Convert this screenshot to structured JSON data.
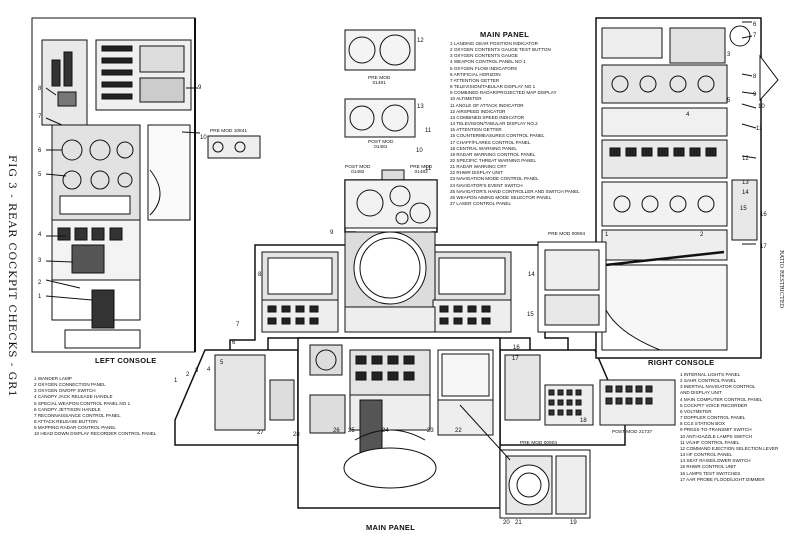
{
  "figure": {
    "side_title": "FIG 3  -  REAR COCKPIT CHECKS - GR1",
    "side_note": "RATIO RESTRICTED"
  },
  "main_panel": {
    "heading": "MAIN PANEL",
    "footer": "MAIN PANEL",
    "items": [
      "1  LANDING GEAR POSITION INDICATOR",
      "2  OXYGEN CONTENTS GAUGE TEST BUTTON",
      "3  OXYGEN CONTENTS GAUGE",
      "4  WEAPON CONTROL PANEL NO 1",
      "5  OXYGEN FLOW INDICATORS",
      "6  ARTIFICIAL HORIZON",
      "7  ATTENTION GETTER",
      "8  TELEVISION/TABULAR DISPLAY NO 1",
      "9  COMBINED RADAR/PROJECTED MAP DISPLAY",
      "10  ALTIMETER",
      "11  ANGLE OF ATTACK INDICATOR",
      "12  AIRSPEED INDICATOR",
      "13  COMBINED SPEED INDICATOR",
      "14  TELEVISION/TABULAR DISPLAY NO.2",
      "15  ATTENTION GETTER",
      "16  COUNTERMEASURES CONTROL PANEL",
      "17  CHAFF/FLARES CONTROL PANEL",
      "18  CENTRAL WARNING PANEL",
      "19  RADAR WARNING CONTROL PANEL",
      "20  SPECIFIC THREAT WARNING PANEL",
      "21  RADAR WARNING CRT",
      "22  RHWR DISPLAY UNIT",
      "23  NAVIGATION MODE CONTROL PANEL",
      "24  NAVIGATOR'S EVENT SWITCH",
      "25  NAVIGATOR'S HAND CONTROLLER AND SWITCH PANEL",
      "26  WEAPON AIMING MODE SELECTOR PANEL",
      "27  LASER CONTROL PANEL"
    ]
  },
  "left_console": {
    "heading": "LEFT CONSOLE",
    "items": [
      "1  WANDER LAMP",
      "2  OXYGEN CONNECTION PANEL",
      "3  OXYGEN ON/OFF SWITCH",
      "4  CANOPY JACK RELEASE HANDLE",
      "5  SPECIAL WEAPON CONTROL PANEL NO 1",
      "6  CANOPY JETTISON HANDLE",
      "7  RECONNAISSANCE CONTROL PANEL",
      "8  ATTACK RELEASE BUTTON",
      "9  MAPPING RADAR CONTROL PANEL",
      "10  HEAD DOWN DISPLAY RECORDER CONTROL PANEL"
    ]
  },
  "right_console": {
    "heading": "RIGHT CONSOLE",
    "items": [
      "1  INTERNAL LIGHTS PANEL",
      "2  SAHR CONTROL PANEL",
      "3  INERTIAL NAVIGATOR CONTROL",
      "    AND DISPLAY UNIT",
      "4  MAIN COMPUTER CONTROL PANEL",
      "5  COCKPIT VOICE RECORDER",
      "6  VOLTMETER",
      "7  DOPPLER CONTROL PANEL",
      "8  CCS STATION BOX",
      "9  PRESS-TO-TRANSMIT SWITCH",
      "10  ANTI-DAZZLE LAMPS SWITCH",
      "11  V/UHF CONTROL PANEL",
      "12  COMMAND EJECTION SELECTION LEVER",
      "13  HF CONTROL PANEL",
      "14  SEAT RAISE/LOWER SWITCH",
      "15  RHWR CONTROL UNIT",
      "16  LAMPS TEST SWITCHES",
      "17  AAR PROBE FLOOD/LIGHT DIMMER"
    ]
  },
  "mod_labels": {
    "pre_mod_01481": "PRE MOD\n01481",
    "post_mod_01481": "POST MOD\n01481",
    "post_mod_01482": "POST MOD\n01482",
    "pre_mod_01482": "PRE MOD\n01482",
    "pre_mod_10841": "PRE MOD 10841",
    "pre_mod_00904_a": "PRE MOD 00904",
    "pre_mod_00904_b": "PRE MOD 00904",
    "post_mod_21737": "POST MOD 21737"
  },
  "callouts": {
    "left_console": [
      "8",
      "7",
      "6",
      "5",
      "4",
      "3",
      "2",
      "1",
      "9",
      "10"
    ],
    "main_top": [
      "12",
      "13",
      "11",
      "10",
      "11"
    ],
    "main_center": [
      "9",
      "8",
      "7",
      "6",
      "5",
      "4",
      "3",
      "2",
      "1",
      "14",
      "15",
      "16",
      "17",
      "18",
      "22",
      "23",
      "24",
      "25",
      "26",
      "27",
      "28",
      "21",
      "20",
      "19"
    ],
    "right_console": [
      "6",
      "7",
      "8",
      "9",
      "10",
      "11",
      "12",
      "13",
      "14",
      "15",
      "16",
      "17",
      "1",
      "2",
      "3",
      "4",
      "5"
    ]
  }
}
